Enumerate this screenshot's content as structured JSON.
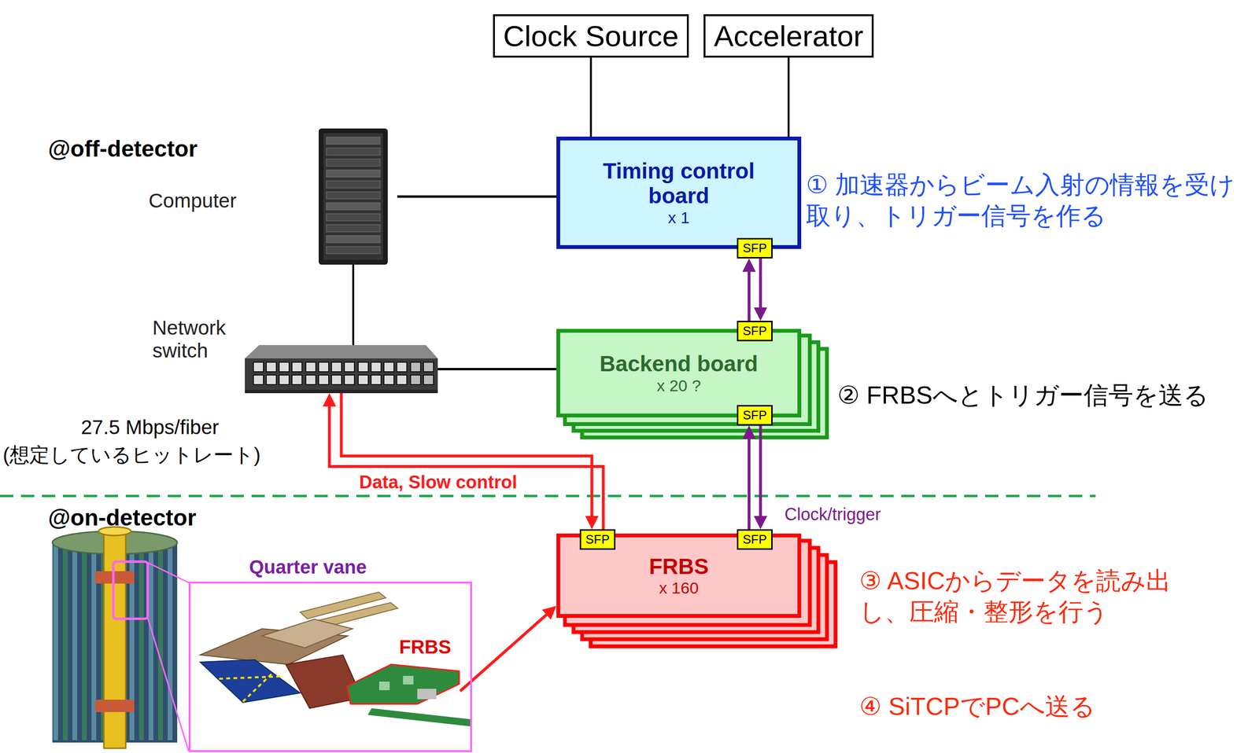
{
  "diagram": {
    "nodes": [
      {
        "text": [
          "Clock Source"
        ]
      },
      {
        "text": [
          "Accelerator"
        ]
      },
      {
        "text": [
          "Timing control board",
          "x 1"
        ]
      },
      {
        "text": [
          "SFP"
        ],
        "in": 2
      },
      {
        "text": [
          "Backend board",
          "x 20 ?"
        ]
      },
      {
        "text": [
          "SFP"
        ],
        "in": 4
      },
      {
        "text": [
          "SFP"
        ],
        "in": 4
      },
      {
        "text": [
          "FRBS",
          "x 160"
        ]
      },
      {
        "text": [
          "SFP"
        ],
        "in": 7
      },
      {
        "text": [
          "SFP"
        ],
        "in": 7
      },
      {
        "text": [
          "Computer"
        ]
      },
      {
        "text": [
          "Network switch"
        ]
      },
      {
        "text": [
          "Quarter vane"
        ]
      },
      {
        "text": [
          "FRBS"
        ],
        "in": 12
      }
    ],
    "edges": [
      {
        "from": 0,
        "to": 2,
        "arrow": "none"
      },
      {
        "from": 1,
        "to": 2,
        "arrow": "none"
      },
      {
        "from": 10,
        "to": 2,
        "arrow": "none"
      },
      {
        "from": 10,
        "to": 11,
        "arrow": "none"
      },
      {
        "from": 11,
        "to": 4,
        "arrow": "none"
      },
      {
        "from": 3,
        "to": 5,
        "arrow": "both"
      },
      {
        "from": 6,
        "to": 9,
        "label": "Clock/trigger",
        "arrow": "both"
      },
      {
        "from": 11,
        "to": 8,
        "label": "Data, Slow control",
        "arrow": "both"
      },
      {
        "from": 13,
        "to": 7,
        "arrow": "to"
      }
    ],
    "labels": [
      "@off-detector",
      "@on-detector",
      "27.5 Mbps/fiber",
      "(想定しているヒットレート)",
      "① 加速器からビーム入射の情報を受け取り、トリガー信号を作る",
      "② FRBSへとトリガー信号を送る",
      "③ ASICからデータを読み出し、圧縮・整形を行う",
      "④ SiTCPでPCへ送る"
    ]
  }
}
